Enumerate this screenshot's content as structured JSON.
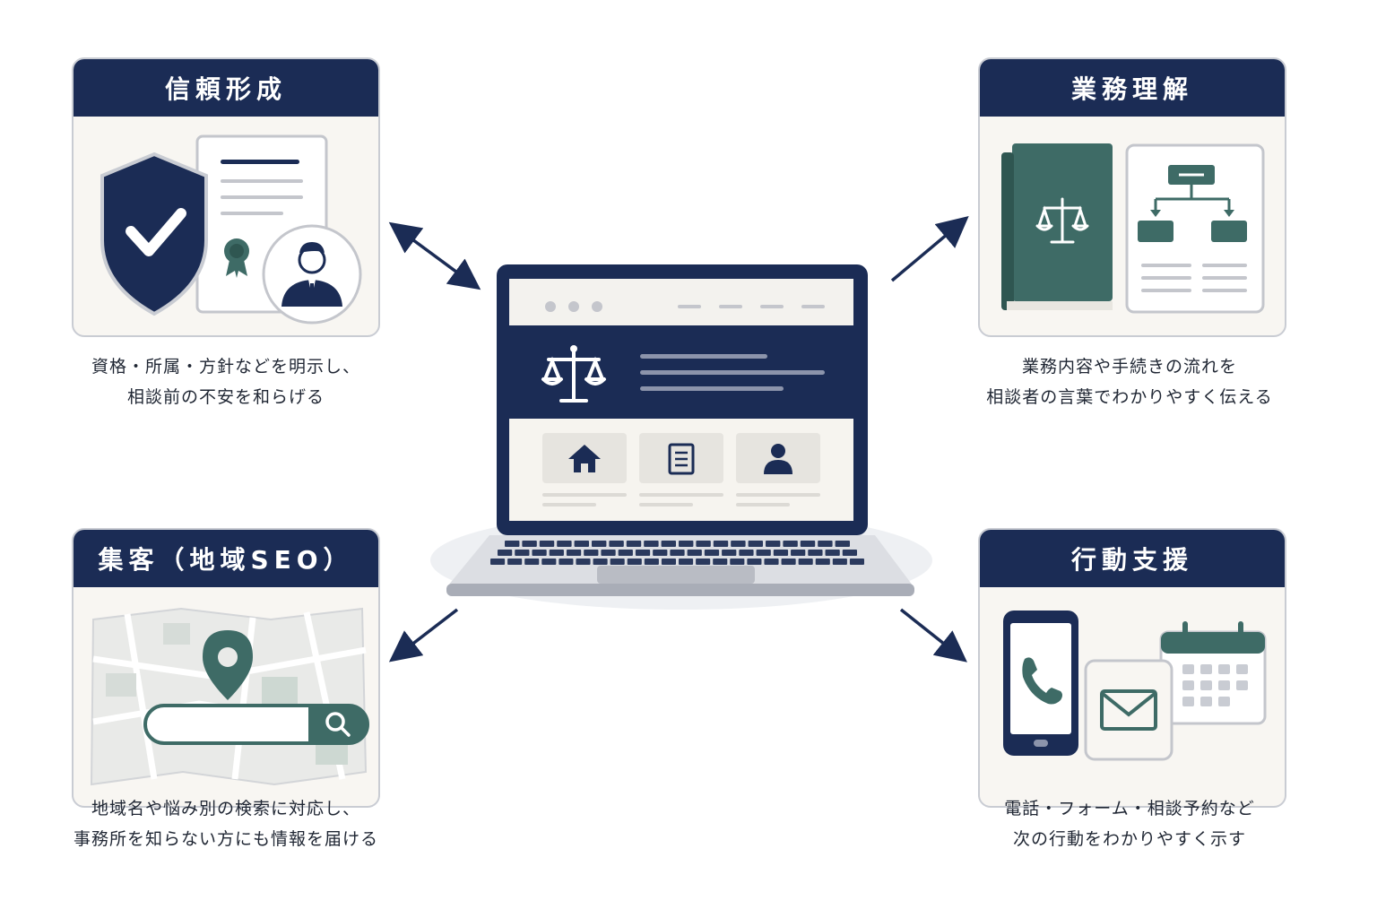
{
  "cards": [
    {
      "title": "信頼形成",
      "caption": [
        "資格・所属・方針などを明示し、",
        "相談前の不安を和らげる"
      ]
    },
    {
      "title": "業務理解",
      "caption": [
        "業務内容や手続きの流れを",
        "相談者の言葉でわかりやすく伝える"
      ]
    },
    {
      "title": "集客（地域SEO）",
      "caption": [
        "地域名や悩み別の検索に対応し、",
        "事務所を知らない方にも情報を届ける"
      ]
    },
    {
      "title": "行動支援",
      "caption": [
        "電話・フォーム・相談予約など",
        "次の行動をわかりやすく示す"
      ]
    }
  ],
  "colors": {
    "navy": "#1b2c55",
    "teal": "#3e6b66",
    "card_bg": "#f8f6f2",
    "border": "#c9ccd3"
  },
  "icons": {
    "center": [
      "scales-of-justice-icon",
      "home-icon",
      "document-icon",
      "person-icon"
    ],
    "trust": [
      "shield-check-icon",
      "certificate-icon",
      "seal-icon",
      "lawyer-avatar-icon"
    ],
    "understanding": [
      "law-book-icon",
      "flowchart-icon"
    ],
    "seo": [
      "map-icon",
      "location-pin-icon",
      "search-icon"
    ],
    "action": [
      "phone-icon",
      "mail-icon",
      "calendar-icon"
    ]
  }
}
